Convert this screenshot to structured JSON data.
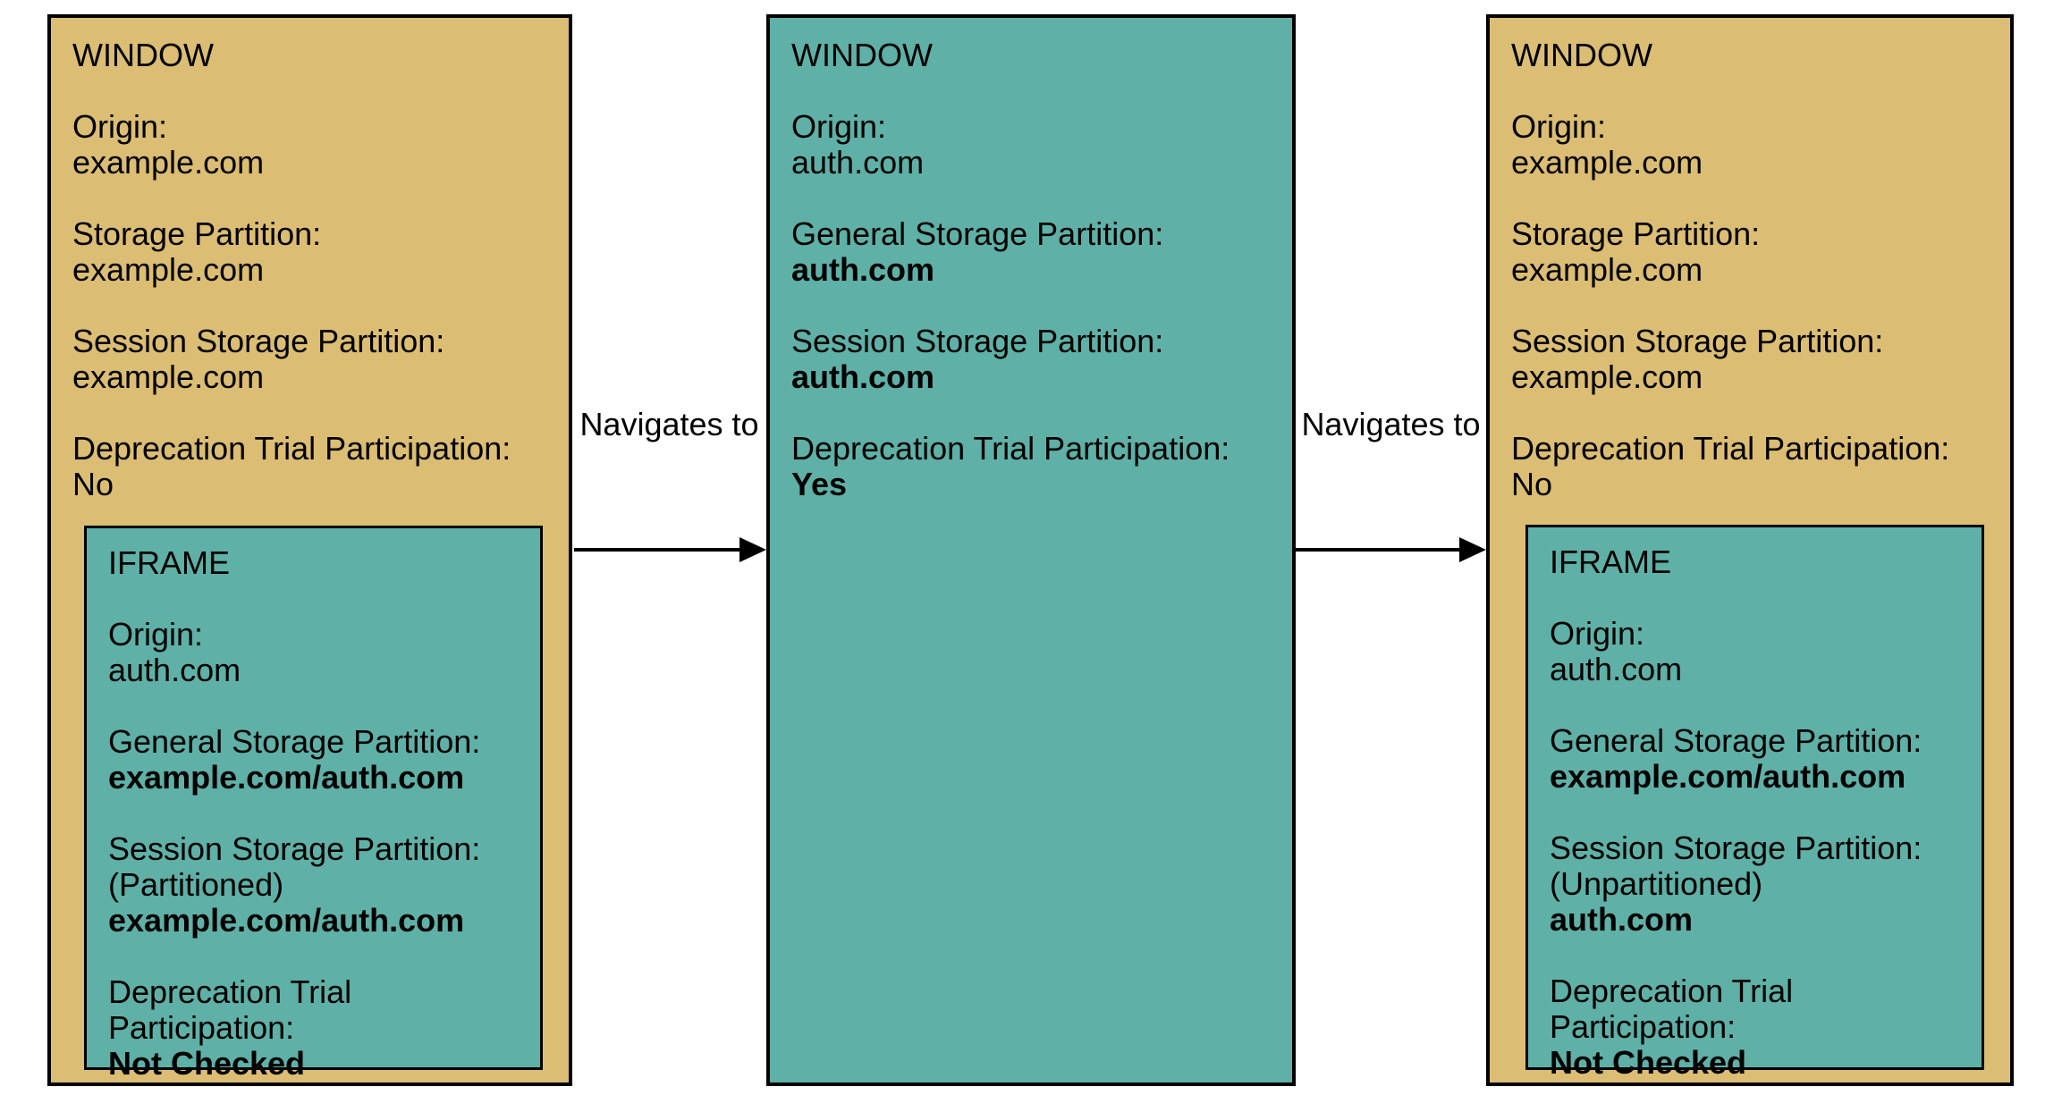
{
  "colors": {
    "window_tan_fill": "#DBBD74",
    "teal_fill": "#5FB0A6",
    "border": "#000000",
    "text": "#000000",
    "background": "#ffffff"
  },
  "arrows": [
    {
      "label": "Navigates to"
    },
    {
      "label": "Navigates to"
    }
  ],
  "boxes": {
    "left": {
      "title": "WINDOW",
      "fields": [
        {
          "label": "Origin:",
          "value": "example.com"
        },
        {
          "label": "Storage Partition:",
          "value": "example.com"
        },
        {
          "label": "Session Storage Partition:",
          "value": "example.com"
        },
        {
          "label": "Deprecation Trial Participation:",
          "value": "No"
        }
      ],
      "iframe": {
        "title": "IFRAME",
        "fields": [
          {
            "label": "Origin:",
            "value": "auth.com"
          },
          {
            "label": "General Storage Partition:",
            "value": "example.com/auth.com"
          },
          {
            "label": "Session Storage Partition:",
            "note": "(Partitioned)",
            "value": "example.com/auth.com"
          },
          {
            "label": "Deprecation Trial Participation:",
            "value": "Not Checked"
          }
        ]
      }
    },
    "middle": {
      "title": "WINDOW",
      "fields": [
        {
          "label": "Origin:",
          "value": "auth.com"
        },
        {
          "label": "General Storage Partition:",
          "value": "auth.com"
        },
        {
          "label": "Session Storage Partition:",
          "value": "auth.com"
        },
        {
          "label": "Deprecation Trial Participation:",
          "value": "Yes"
        }
      ]
    },
    "right": {
      "title": "WINDOW",
      "fields": [
        {
          "label": "Origin:",
          "value": "example.com"
        },
        {
          "label": "Storage Partition:",
          "value": "example.com"
        },
        {
          "label": "Session Storage Partition:",
          "value": "example.com"
        },
        {
          "label": "Deprecation Trial Participation:",
          "value": "No"
        }
      ],
      "iframe": {
        "title": "IFRAME",
        "fields": [
          {
            "label": "Origin:",
            "value": "auth.com"
          },
          {
            "label": "General Storage Partition:",
            "value": "example.com/auth.com"
          },
          {
            "label": "Session Storage Partition:",
            "note": "(Unpartitioned)",
            "value": "auth.com"
          },
          {
            "label": "Deprecation Trial Participation:",
            "value": "Not Checked"
          }
        ]
      }
    }
  }
}
